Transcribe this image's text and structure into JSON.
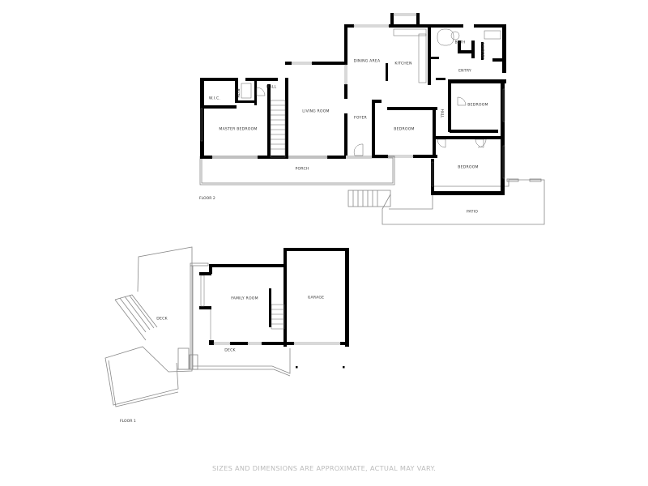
{
  "floor2": {
    "label": "FLOOR 2",
    "rooms": {
      "walk_in_closet": "W.I.C.",
      "bath_master": "BATH",
      "hall_master": "HALL",
      "master_bedroom": "MASTER BEDROOM",
      "living_room": "LIVING ROOM",
      "dining_area": "DINING AREA",
      "kitchen": "KITCHEN",
      "foyer": "FOYER",
      "bedroom_center": "BEDROOM",
      "bath_main": "BATH",
      "laundry": "LAUNDRY",
      "entry": "ENTRY",
      "hall_east": "HALL",
      "bedroom_ne": "BEDROOM",
      "bedroom_se": "BEDROOM",
      "porch": "PORCH",
      "patio": "PATIO"
    }
  },
  "floor1": {
    "label": "FLOOR 1",
    "rooms": {
      "deck_west": "DECK",
      "family_room": "FAMILY ROOM",
      "garage": "GARAGE",
      "deck_south": "DECK"
    }
  },
  "footer": {
    "disclaimer": "SIZES AND DIMENSIONS ARE APPROXIMATE, ACTUAL MAY VARY."
  },
  "colors": {
    "wall": "#000000",
    "outline": "#888888",
    "label": "#333333",
    "disclaimer": "#bbbbbb"
  }
}
